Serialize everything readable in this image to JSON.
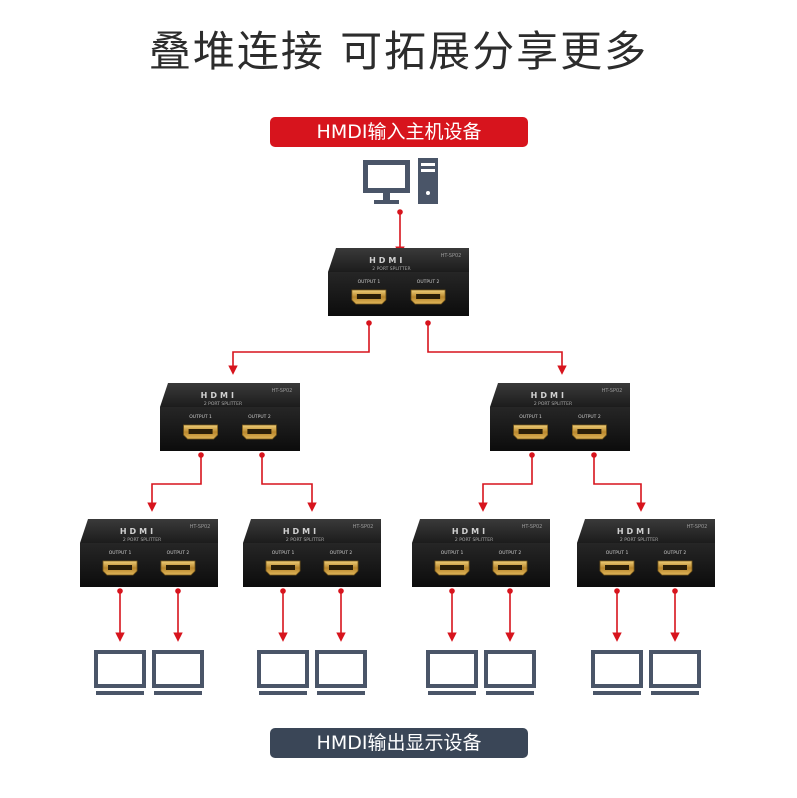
{
  "header": {
    "title": "叠堆连接 可拓展分享更多"
  },
  "source_label": "HMDI输入主机设备",
  "output_label": "HMDI输出显示设备",
  "splitter": {
    "logo": "HDMI",
    "model": "HT-SP02",
    "subtitle": "2 PORT SPLITTER",
    "port1": "OUTPUT 1",
    "port2": "OUTPUT 2"
  },
  "colors": {
    "accent_red": "#d7141d",
    "label_dark": "#3a4657",
    "device_gray": "#4a5568",
    "port_gold": "#c99a3a"
  }
}
